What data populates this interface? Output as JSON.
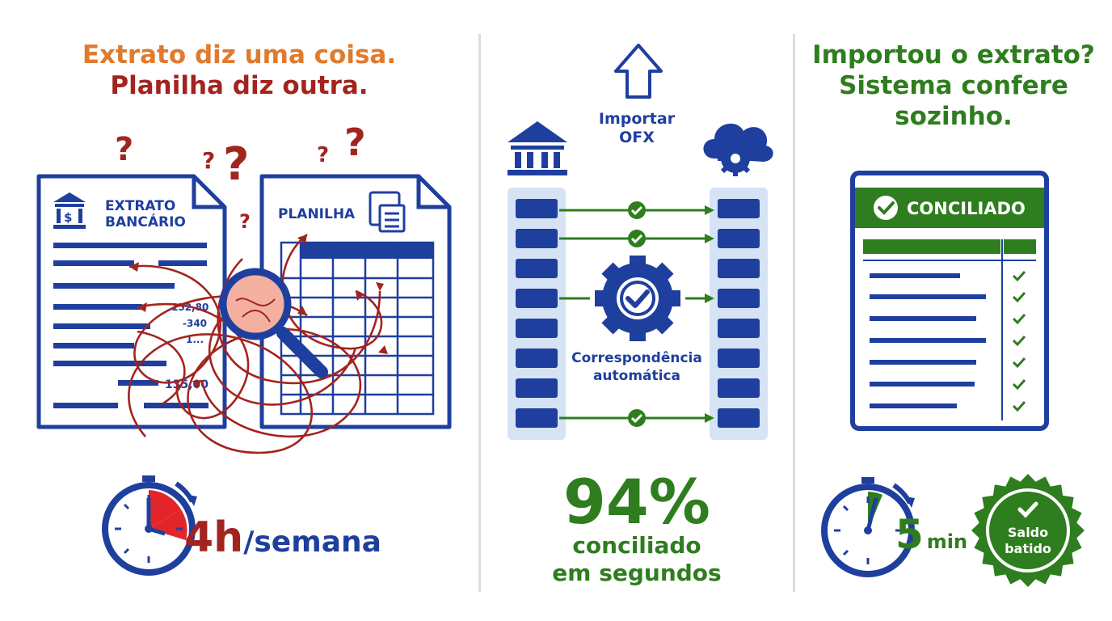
{
  "colors": {
    "blue": "#1f3f9e",
    "green": "#2e7d1e",
    "orange": "#e07a2e",
    "red": "#a3231f",
    "light_blue": "#d6e3f5",
    "bright_red": "#e3252a"
  },
  "panel_problem": {
    "headline_line1": "Extrato diz uma coisa.",
    "headline_line2": "Planilha diz outra.",
    "statement_title_line1": "EXTRATO",
    "statement_title_line2": "BANCÁRIO",
    "statement_values": [
      "152,80",
      "-340",
      "1...",
      "135,00"
    ],
    "sheet_title": "PLANILHA",
    "time_value": "4h",
    "time_unit": "/semana",
    "icons": [
      "bank-icon",
      "calculator-icon",
      "magnifier-icon",
      "question-mark-icon",
      "stopwatch-icon"
    ]
  },
  "panel_process": {
    "import_label_line1": "Importar",
    "import_label_line2": "OFX",
    "match_label_line1": "Correspondência",
    "match_label_line2": "automática",
    "percent": "94%",
    "result_line1": "conciliado",
    "result_line2": "em segundos",
    "icons": [
      "upload-arrow-icon",
      "bank-icon",
      "cloud-gear-icon",
      "gear-check-icon",
      "check-icon"
    ]
  },
  "panel_solution": {
    "headline_line1": "Importou o extrato?",
    "headline_line2": "Sistema confere",
    "headline_line3": "sozinho.",
    "card_header": "CONCILIADO",
    "time_value": "5",
    "time_unit": "min",
    "seal_line1": "Saldo",
    "seal_line2": "batido",
    "icons": [
      "check-circle-icon",
      "check-icon",
      "stopwatch-icon",
      "seal-icon"
    ]
  }
}
